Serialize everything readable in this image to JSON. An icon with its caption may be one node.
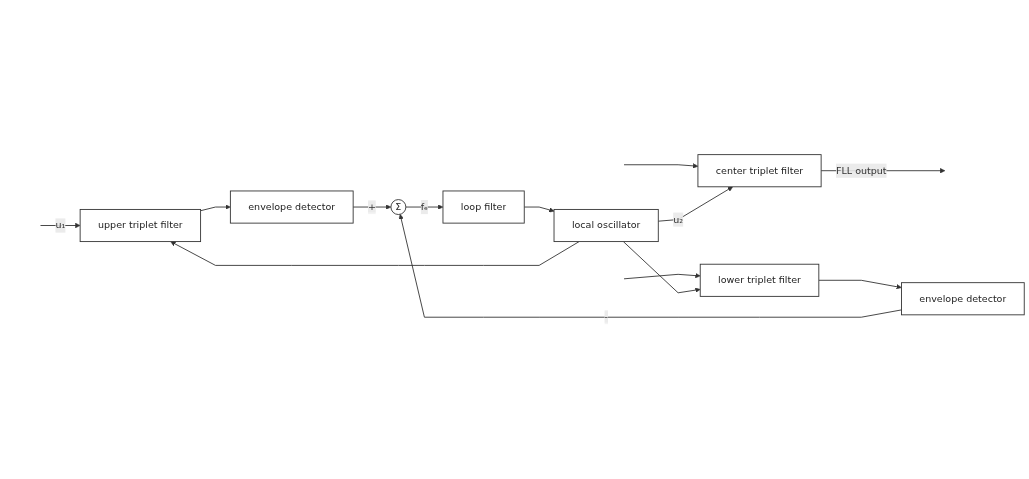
{
  "diagram": {
    "nodes": [
      {
        "text": [
          "center triplet filter"
        ]
      },
      {
        "text": [
          "upper triplet filter"
        ]
      },
      {
        "text": [
          "lower triplet filter"
        ]
      },
      {
        "text": [
          "envelope detector"
        ]
      },
      {
        "text": [
          "envelope detector"
        ]
      },
      {
        "text": [
          "Σ"
        ]
      },
      {
        "text": [
          "loop filter"
        ]
      },
      {
        "text": [
          "local oscillator"
        ]
      }
    ],
    "edges": [
      {
        "from": null,
        "to": 0,
        "arrow": "to"
      },
      {
        "from": null,
        "to": 1,
        "arrow": "to",
        "label": "u₁"
      },
      {
        "from": null,
        "to": 2,
        "arrow": "to"
      },
      {
        "from": 0,
        "to": null,
        "arrow": "to",
        "label": "FLL output"
      },
      {
        "from": 1,
        "to": 3,
        "arrow": "to"
      },
      {
        "from": 2,
        "to": 4,
        "arrow": "to"
      },
      {
        "from": 3,
        "to": 5,
        "arrow": "to",
        "label": "+"
      },
      {
        "from": 4,
        "to": 5,
        "arrow": "to",
        "label": "-"
      },
      {
        "from": 5,
        "to": 6,
        "arrow": "to",
        "label": "fₑ"
      },
      {
        "from": 6,
        "to": 7,
        "arrow": "to"
      },
      {
        "from": 7,
        "to": 0,
        "arrow": "to",
        "label": "u₂"
      },
      {
        "from": 7,
        "to": 1,
        "arrow": "to"
      },
      {
        "from": 7,
        "to": 2,
        "arrow": "to"
      }
    ]
  }
}
